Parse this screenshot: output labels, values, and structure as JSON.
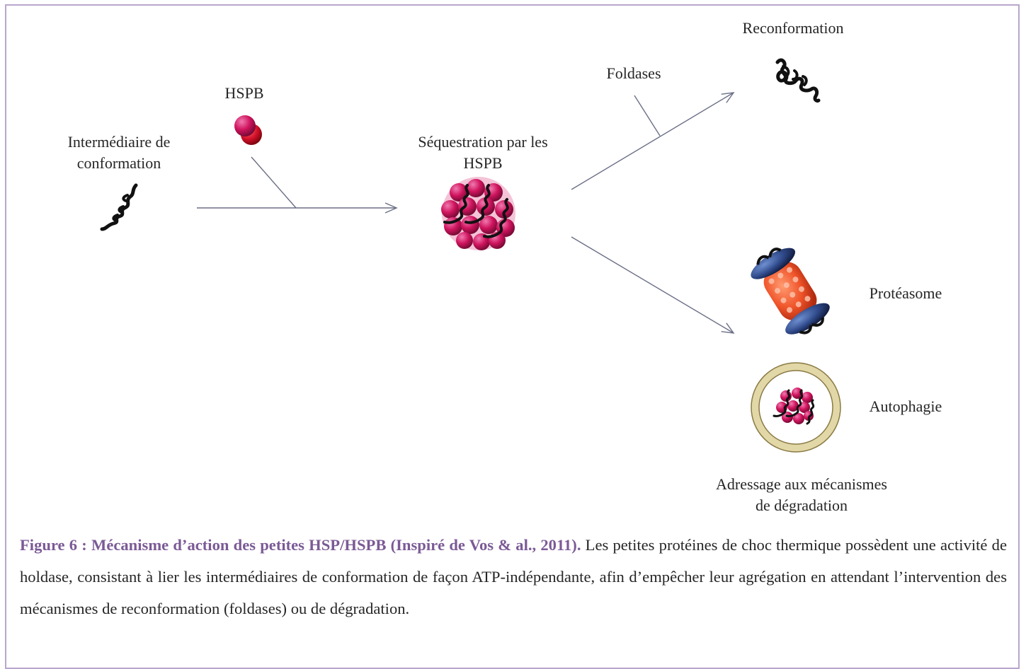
{
  "labels": {
    "intermediaire": [
      "Intermédiaire de",
      "conformation"
    ],
    "hspb": "HSPB",
    "sequestration": [
      "Séquestration par les",
      "HSPB"
    ],
    "foldases": "Foldases",
    "reconformation": "Reconformation",
    "proteasome": "Protéasome",
    "autophagie": "Autophagie",
    "adressage": [
      "Adressage aux mécanismes",
      "de dégradation"
    ]
  },
  "caption": {
    "head": "Figure 6 : Mécanisme d’action des petites HSP/HSPB (Inspiré de Vos & al., 2011).",
    "body": " Les petites protéines de choc thermique possèdent une activité de holdase, consistant à lier les intermédiaires de conformation de façon ATP-indépendante, afin d’empêcher leur agrégation en attendant l’intervention des mécanismes de reconformation (foldases) ou de dégradation."
  },
  "colors": {
    "frame": "#b9a5cc",
    "caption_head": "#7b5a96",
    "arrow": "#6b6f86",
    "hspb": "#d0145e",
    "proteasome_core": "#f0542a",
    "proteasome_cap": "#2f4a8a",
    "autophagosome_ring": "#c8b97a"
  }
}
